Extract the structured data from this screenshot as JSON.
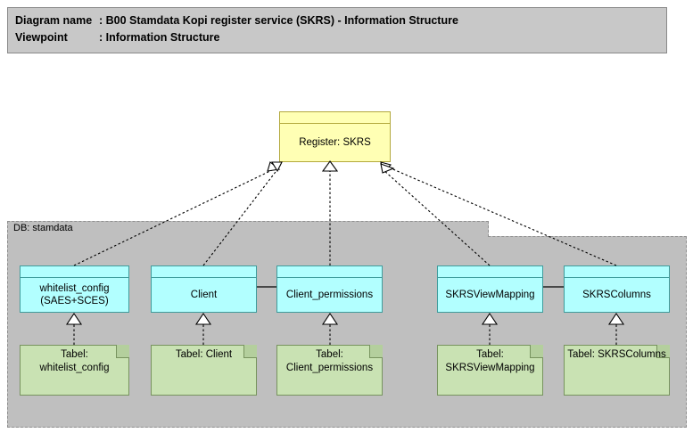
{
  "title": {
    "line1_label": "Diagram name",
    "line1_sep": ":",
    "line1_value": "B00 Stamdata Kopi register service (SKRS) - Information Structure",
    "line2_label": "Viewpoint",
    "line2_sep": ":",
    "line2_value": "Information Structure"
  },
  "colors": {
    "title_bg": "#c8c8c8",
    "group_bg": "#bfbfbf",
    "data_object_fill": "#b2ffff",
    "data_object_stroke": "#3f9c9c",
    "register_fill": "#ffffb4",
    "register_stroke": "#b3a83c",
    "note_fill": "#c9e2b3",
    "note_stroke": "#77935e",
    "canvas_bg": "#ffffff"
  },
  "register": {
    "label": "Register: SKRS",
    "type": "business-object"
  },
  "group": {
    "label": "DB: stamdata",
    "type": "grouping"
  },
  "data_objects": [
    {
      "id": "whitelist_config",
      "label": "whitelist_config\n(SAES+SCES)"
    },
    {
      "id": "client",
      "label": "Client"
    },
    {
      "id": "client_permissions",
      "label": "Client_permissions"
    },
    {
      "id": "skrsviewmapping",
      "label": "SKRSViewMapping"
    },
    {
      "id": "skrscolumns",
      "label": "SKRSColumns"
    }
  ],
  "notes": [
    {
      "id": "note_whitelist_config",
      "label": "Tabel:\nwhitelist_config"
    },
    {
      "id": "note_client",
      "label": "Tabel: Client"
    },
    {
      "id": "note_client_permissions",
      "label": "Tabel:\nClient_permissions"
    },
    {
      "id": "note_skrsviewmapping",
      "label": "Tabel:\nSKRSViewMapping"
    },
    {
      "id": "note_skrscolumns",
      "label": "Tabel: SKRSColumns"
    }
  ],
  "relations": {
    "realization_count": 5,
    "realization_style": "dotted-line-hollow-triangle",
    "association_style": "solid-line",
    "associations": [
      {
        "from": "client",
        "to": "client_permissions"
      },
      {
        "from": "skrsviewmapping",
        "to": "skrscolumns"
      }
    ]
  }
}
